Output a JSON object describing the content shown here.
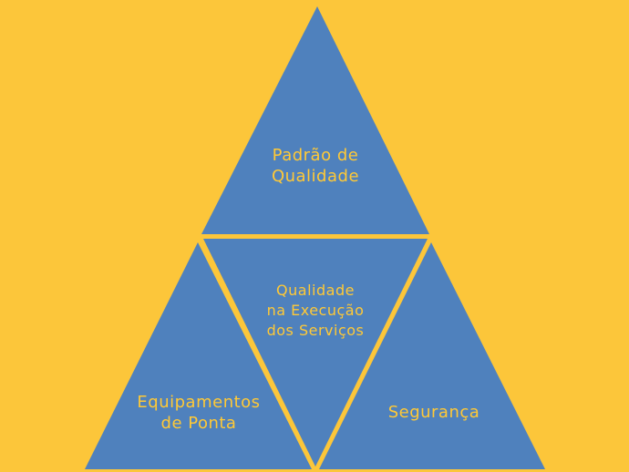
{
  "colors": {
    "background": "#FCC63A",
    "shape_fill": "#4F81BD",
    "text": "#FFC936"
  },
  "triangles": {
    "top": {
      "lines": [
        "Padrão de",
        "Qualidade"
      ]
    },
    "center": {
      "lines": [
        "Qualidade",
        "na Execução",
        "dos Serviços"
      ]
    },
    "left": {
      "lines": [
        "Equipamentos",
        "de Ponta"
      ]
    },
    "right": {
      "lines": [
        "Segurança"
      ]
    }
  }
}
